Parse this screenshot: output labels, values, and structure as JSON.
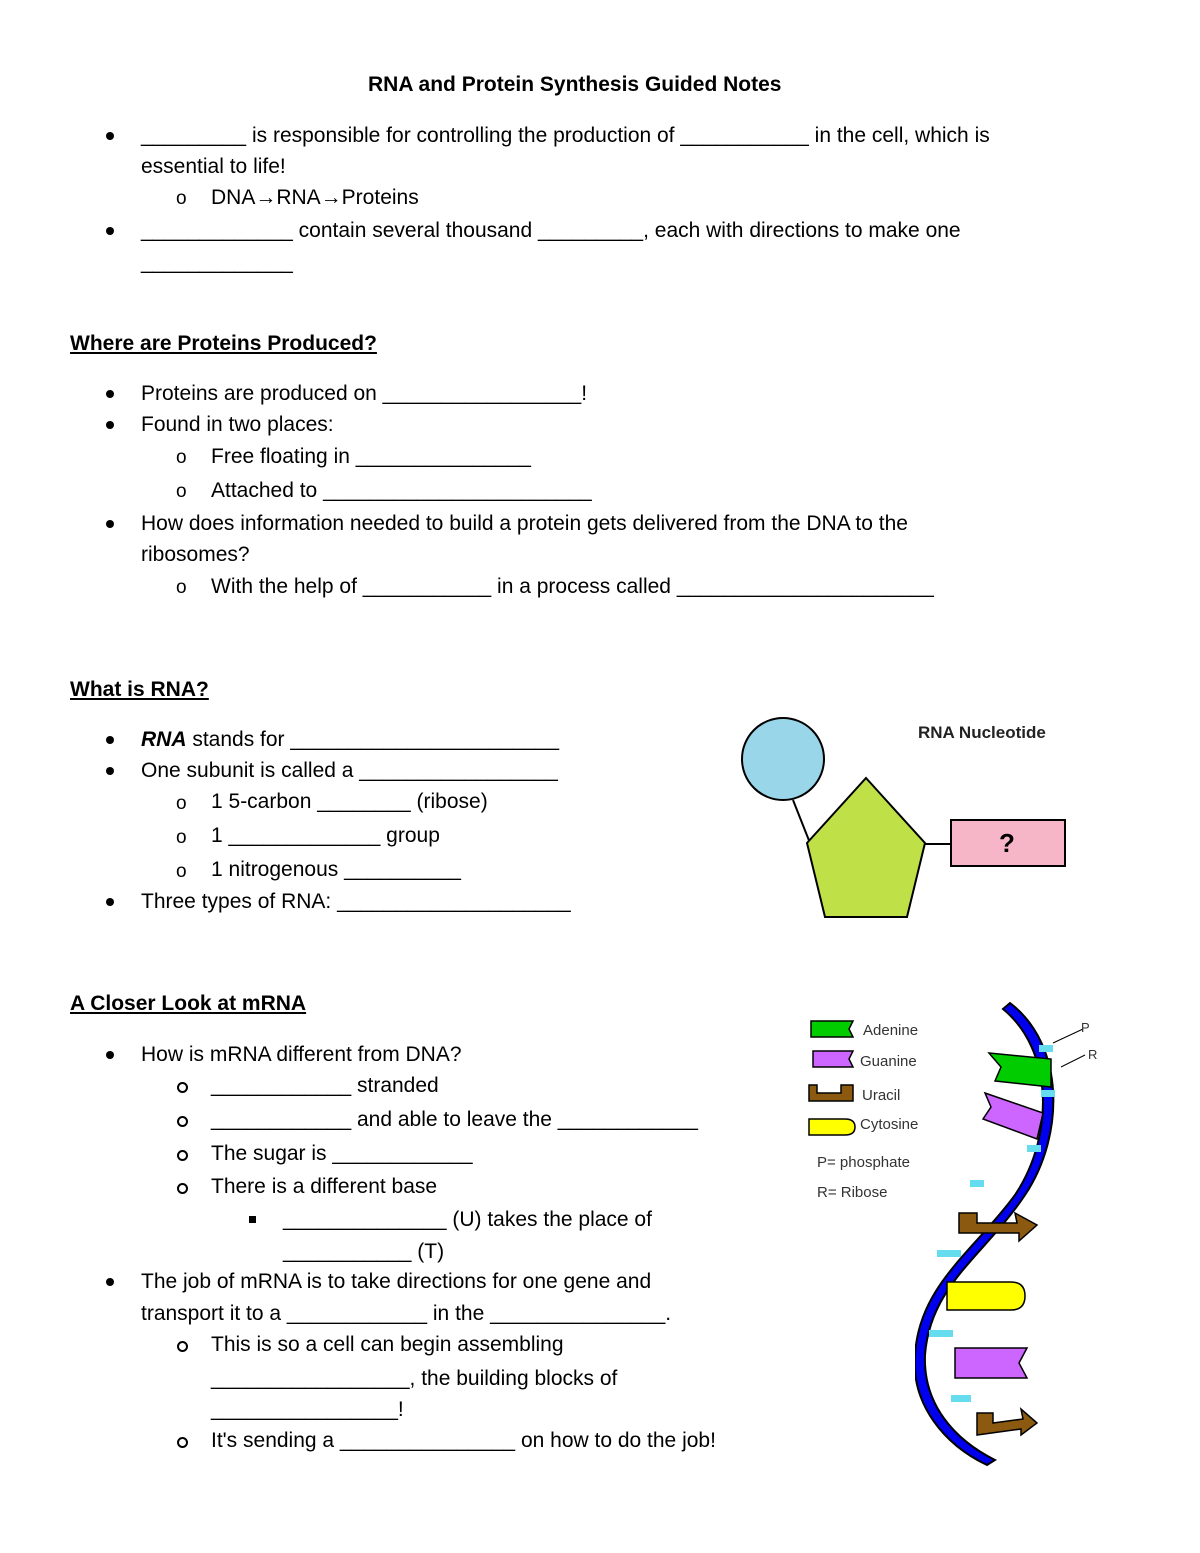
{
  "title": "RNA and Protein Synthesis Guided Notes",
  "intro": [
    "_________ is responsible for controlling the production of ___________ in the cell, which is",
    "essential to life!",
    "DNA→RNA→Proteins",
    "_____________ contain several thousand _________, each with directions to make one",
    "_____________"
  ],
  "section1": {
    "heading": "Where are Proteins Produced?",
    "lines": [
      "Proteins are produced on _________________!",
      "Found in two places:",
      "Free floating in _______________",
      "Attached to _______________________",
      "How does information needed to build a protein gets delivered from the DNA to the",
      "ribosomes?",
      "With the help of ___________ in a process called ______________________"
    ]
  },
  "section2": {
    "heading": "What is RNA?",
    "rna_word": "RNA",
    "lines": [
      " stands for _______________________",
      "One subunit is called a _________________",
      "1 5-carbon ________ (ribose)",
      "1 _____________ group",
      "1 nitrogenous __________",
      "Three types of RNA: ____________________"
    ],
    "diagram_title": "RNA Nucleotide",
    "diagram_question": "?"
  },
  "section3": {
    "heading": "A Closer Look at mRNA",
    "lines": [
      "How is mRNA different from DNA?",
      "____________ stranded",
      "____________ and able to leave the ____________",
      "The sugar is ____________",
      "There is a different base",
      "______________ (U) takes the place of",
      "___________ (T)",
      "The job of mRNA is to take directions for one gene and",
      "transport it to a ____________ in the _______________.",
      "This is so a cell can begin assembling",
      "_________________, the building blocks of",
      "________________!",
      "It's sending a _______________ on how to do the job!"
    ],
    "legend": [
      "Adenine",
      "Guanine",
      "Uracil",
      "Cytosine"
    ],
    "legend_notes": [
      "P= phosphate",
      "R= Ribose"
    ],
    "strand_labels": [
      "P",
      "R"
    ]
  },
  "colors": {
    "adenine": "#00cc00",
    "guanine": "#cc66ff",
    "uracil": "#8b5a10",
    "cytosine": "#ffff00",
    "backbone": "#0000ee",
    "phosphate_circle": "#99d6ea",
    "pentagon": "#bfe046",
    "box": "#f7b6c8"
  }
}
